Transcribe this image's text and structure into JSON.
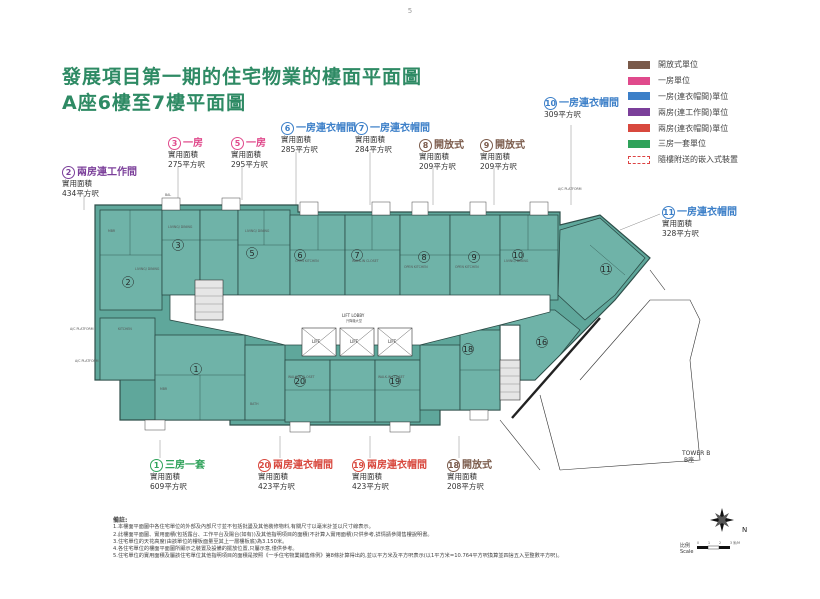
{
  "page": {
    "number": "5"
  },
  "title": {
    "line1": "發展項目第一期的住宅物業的樓面平面圖",
    "line2": "A座6樓至7樓平面圖"
  },
  "legend": {
    "items": [
      {
        "label": "開放式單位",
        "color": "#7a5a4a"
      },
      {
        "label": "一房單位",
        "color": "#e04a8c"
      },
      {
        "label": "一房(連衣帽間)單位",
        "color": "#3c7fc8"
      },
      {
        "label": "兩房(連工作間)單位",
        "color": "#7b3f9a"
      },
      {
        "label": "兩房(連衣帽間)單位",
        "color": "#d8483e"
      },
      {
        "label": "三房一套單位",
        "color": "#2fa25a"
      },
      {
        "label": "隨樓附送的嵌入式裝置",
        "color": "#d44"
      }
    ]
  },
  "common": {
    "area_label": "實用面積"
  },
  "units": [
    {
      "num": "2",
      "type": "兩房連工作間",
      "area": "434平方呎",
      "color": "#7b3f9a"
    },
    {
      "num": "3",
      "type": "一房",
      "area": "275平方呎",
      "color": "#e04a8c"
    },
    {
      "num": "5",
      "type": "一房",
      "area": "295平方呎",
      "color": "#e04a8c"
    },
    {
      "num": "6",
      "type": "一房連衣帽間",
      "area": "285平方呎",
      "color": "#3c7fc8"
    },
    {
      "num": "7",
      "type": "一房連衣帽間",
      "area": "284平方呎",
      "color": "#3c7fc8"
    },
    {
      "num": "8",
      "type": "開放式",
      "area": "209平方呎",
      "color": "#7a5a4a"
    },
    {
      "num": "9",
      "type": "開放式",
      "area": "209平方呎",
      "color": "#7a5a4a"
    },
    {
      "num": "10",
      "type": "一房連衣帽間",
      "area": "309平方呎",
      "color": "#3c7fc8"
    },
    {
      "num": "11",
      "type": "一房連衣帽間",
      "area": "328平方呎",
      "color": "#3c7fc8"
    },
    {
      "num": "1",
      "type": "三房一套",
      "area": "609平方呎",
      "color": "#2fa25a"
    },
    {
      "num": "20",
      "type": "兩房連衣帽間",
      "area": "423平方呎",
      "color": "#d8483e"
    },
    {
      "num": "19",
      "type": "兩房連衣帽間",
      "area": "423平方呎",
      "color": "#d8483e"
    },
    {
      "num": "18",
      "type": "開放式",
      "area": "208平方呎",
      "color": "#7a5a4a"
    }
  ],
  "plan": {
    "unit_nums": [
      "1",
      "2",
      "3",
      "5",
      "6",
      "7",
      "8",
      "9",
      "10",
      "11",
      "16",
      "18",
      "19",
      "20"
    ],
    "lift_lobby": "LIFT LOBBY",
    "lift_lobby_zh": "升降機大堂",
    "lift": "LIFT",
    "tower_b": "TOWER B",
    "tower_b_zh": "B座",
    "north": "N",
    "scale_label": "比例",
    "scale_en": "Scale",
    "scale_ticks": [
      "0",
      "1",
      "2",
      "3 米/M"
    ],
    "room_labels": [
      "LIVING/ DINING",
      "OPEN KITCHEN",
      "BR",
      "MBR",
      "BAL",
      "BATH",
      "KITCHEN",
      "WALK-IN CLOSET",
      "A/C PLATFORM",
      "UTILITY"
    ]
  },
  "notes": {
    "heading": "備註:",
    "lines": [
      "1.本樓面平面圖中各住宅單位的外部及內部尺寸並不包括批盪及其他裝修物料,有關尺寸以毫米計並以尺寸線表示。",
      "2.此樓面平面圖、實用面積(包括露台、工作平台及陽台(如有))及其他指明項目的面積(不計算入實用面積)只供參考,詳情請參閱售樓說明書。",
      "3.住宅單位的天花高度(由該單位的樓板面量至其上一層樓板底)為3.150米。",
      "4.各住宅單位的樓面平面圖所顯示之裝置及設備的擺放位置,只屬示意,僅供參考。",
      "5.住宅單位的實用面積及屬該住宅單位其他指明項目的面積是按照《一手住宅物業銷售條例》第8條計算得出的,並以平方米及平方呎表示(以1平方米=10.764平方呎換算並四捨五入至整數平方呎)。"
    ]
  }
}
